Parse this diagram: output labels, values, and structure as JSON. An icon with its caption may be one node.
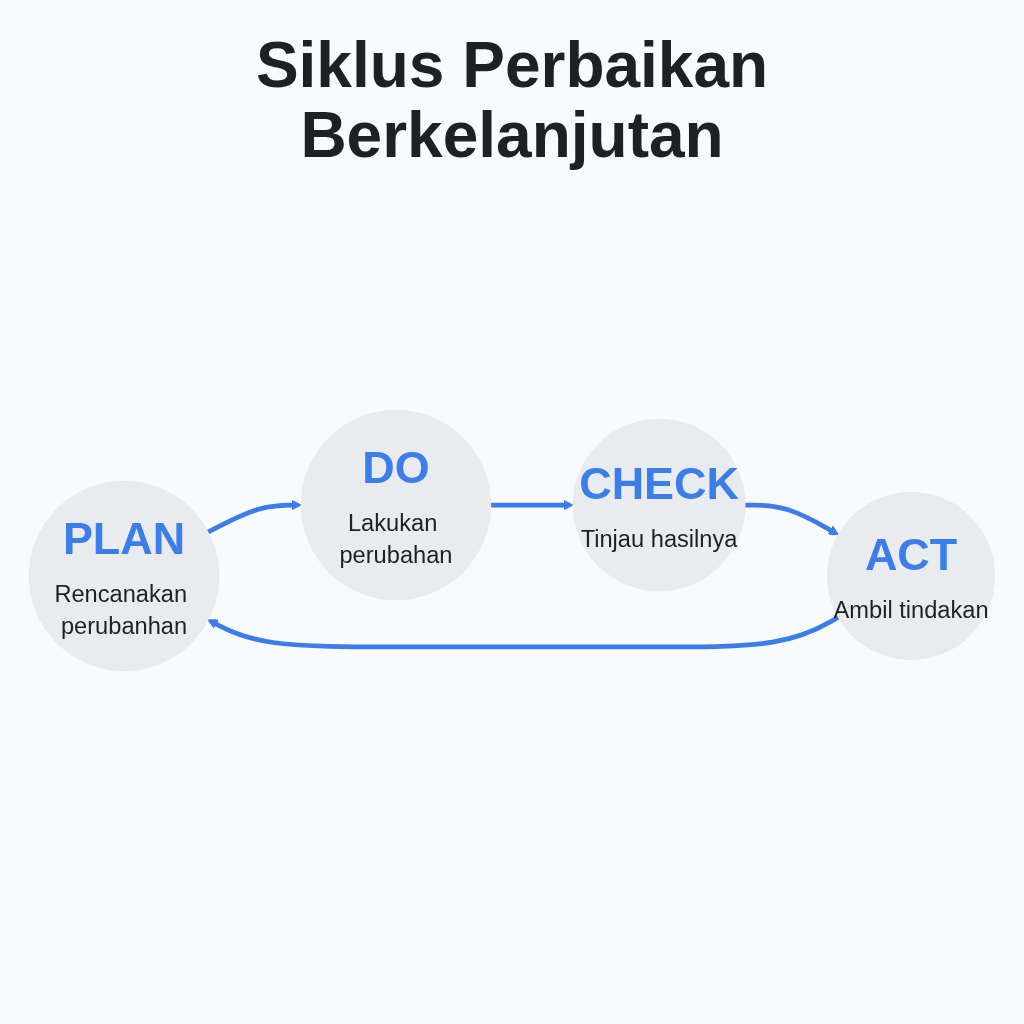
{
  "diagram": {
    "title": "Siklus Perbaikan Berkelanjutan",
    "nodes": [
      {
        "text": [
          "PLAN",
          "Rencanakan perubanhan"
        ]
      },
      {
        "text": [
          "DO",
          "Lakukan perubahan"
        ]
      },
      {
        "text": [
          "ACT",
          "Ambil tindakan"
        ]
      },
      {
        "text": [
          "CHECK",
          "Tinjau hasilnya"
        ]
      }
    ],
    "edges": [
      {
        "from": 0,
        "to": 1,
        "arrow": "to"
      },
      {
        "from": 1,
        "to": 3,
        "arrow": "to"
      },
      {
        "from": 3,
        "to": 2,
        "arrow": "to"
      },
      {
        "from": 2,
        "to": 0,
        "arrow": "to"
      }
    ]
  }
}
